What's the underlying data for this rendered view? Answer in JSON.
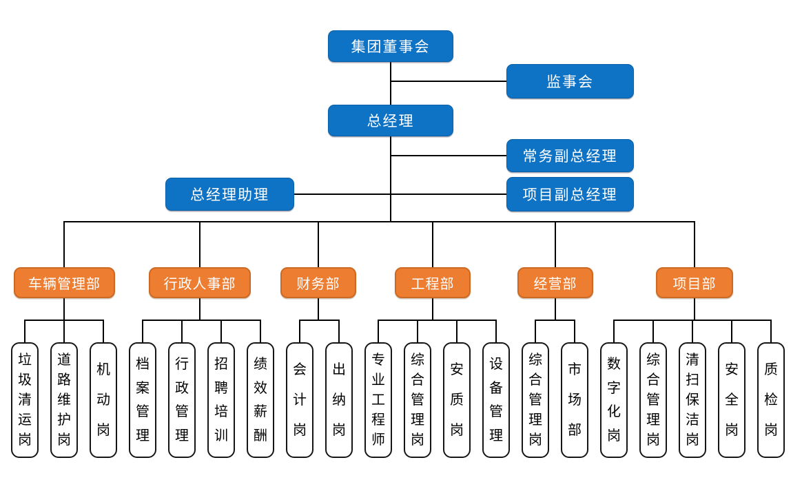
{
  "colors": {
    "executive_box": "#0E72C5",
    "department_box": "#ED7D31",
    "position_box_border": "#141414",
    "connector": "#000000"
  },
  "top": {
    "board": "集团董事会",
    "supervisory_board": "监事会",
    "general_manager": "总经理",
    "executive_deputy_gm": "常务副总经理",
    "gm_assistant": "总经理助理",
    "project_deputy_gm": "项目副总经理"
  },
  "departments": [
    {
      "name": "车辆管理部",
      "positions": [
        "垃圾清运岗",
        "道路维护岗",
        "机动岗"
      ]
    },
    {
      "name": "行政人事部",
      "positions": [
        "档案管理",
        "行政管理",
        "招聘培训",
        "绩效薪酬"
      ]
    },
    {
      "name": "财务部",
      "positions": [
        "会计岗",
        "出纳岗"
      ]
    },
    {
      "name": "工程部",
      "positions": [
        "专业工程师",
        "综合管理岗",
        "安质岗",
        "设备管理"
      ]
    },
    {
      "name": "经营部",
      "positions": [
        "综合管理岗",
        "市场部"
      ]
    },
    {
      "name": "项目部",
      "positions": [
        "数字化岗",
        "综合管理岗",
        "清扫保洁岗",
        "安全岗",
        "质检岗"
      ]
    }
  ]
}
